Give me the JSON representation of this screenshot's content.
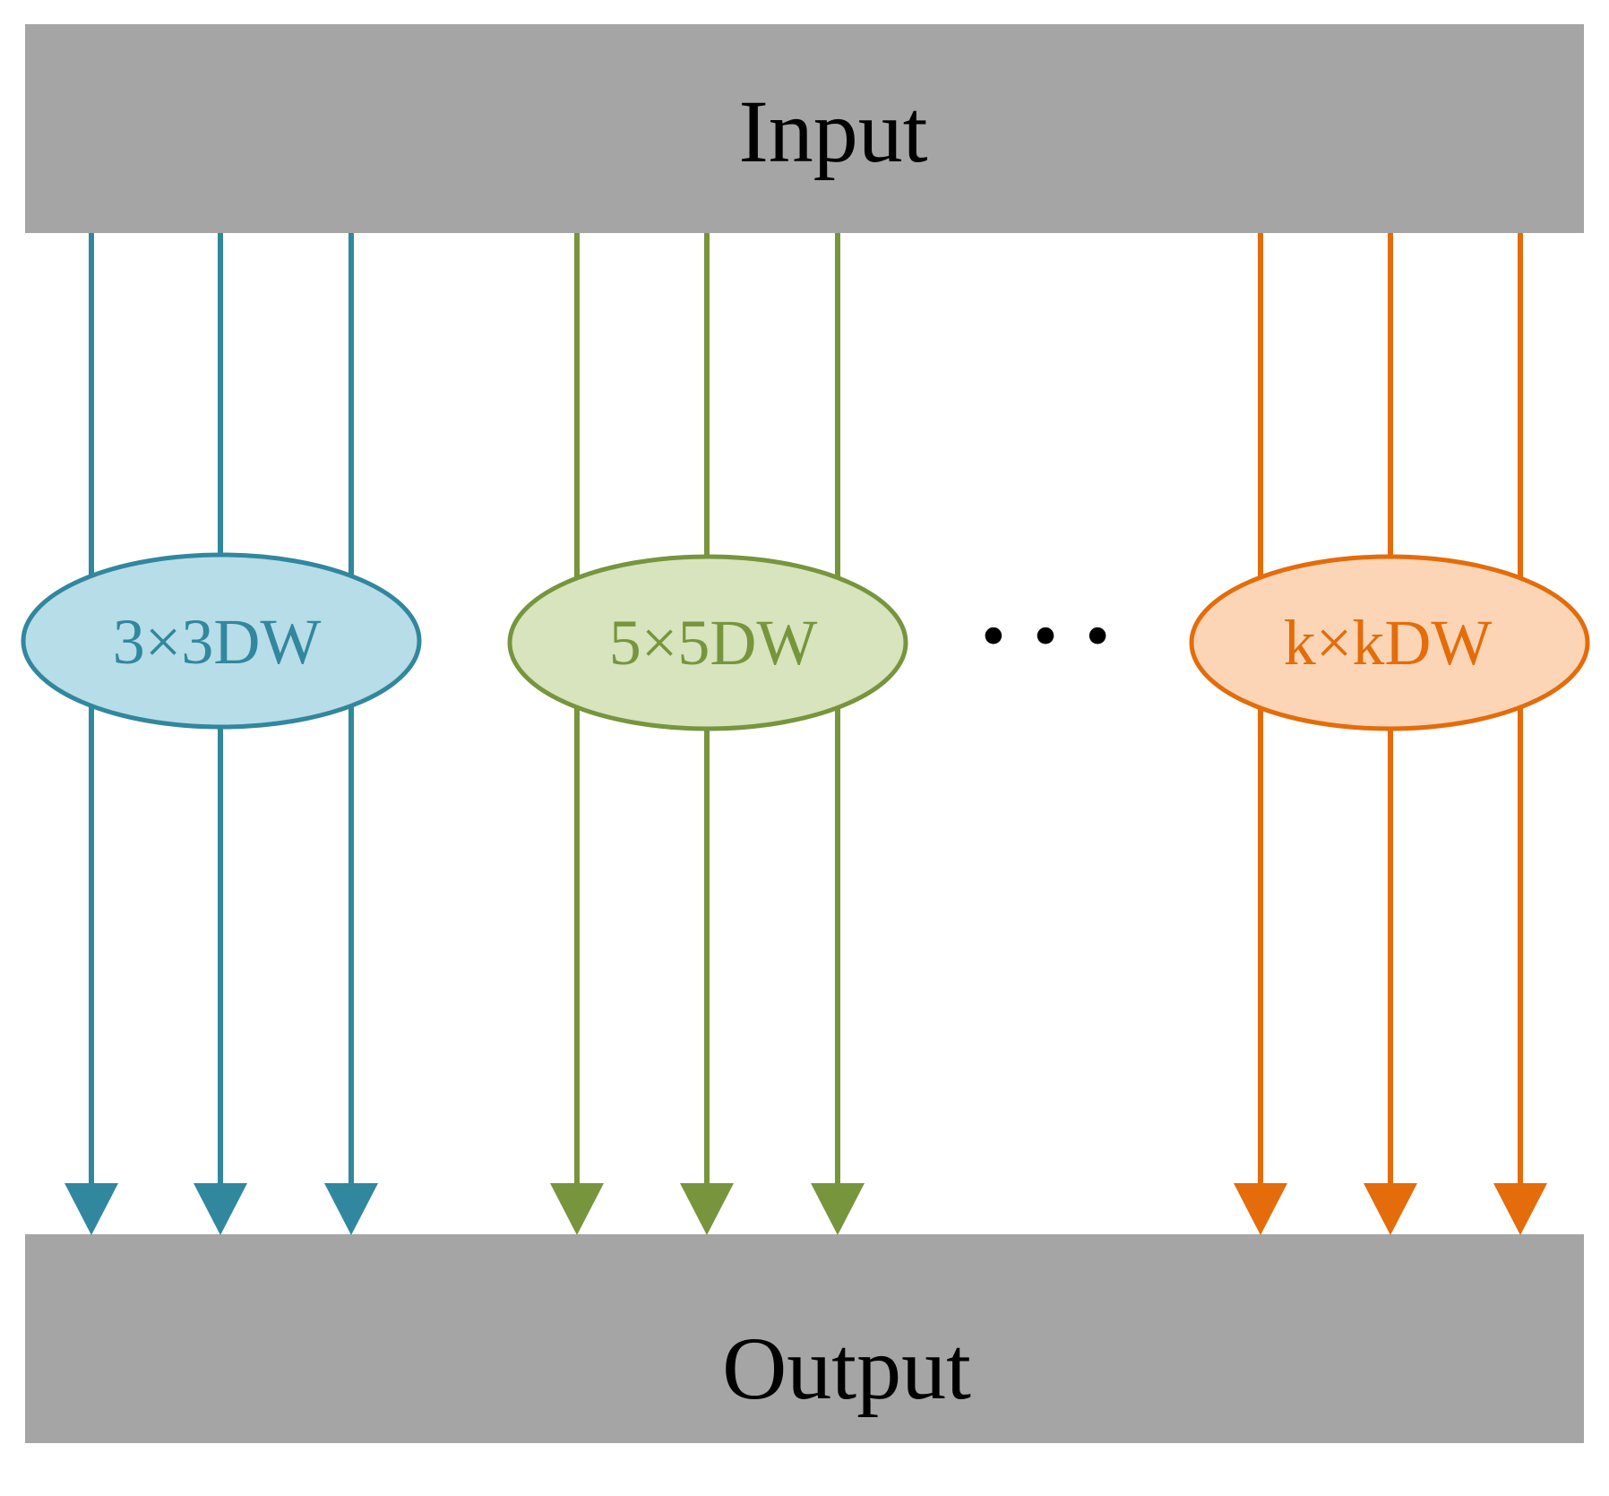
{
  "input_bar": {
    "label": "Input",
    "fill": "#a5a5a5"
  },
  "output_bar": {
    "label": "Output",
    "fill": "#a5a5a5"
  },
  "ellipsis": "• • •",
  "groups": [
    {
      "id": "3x3",
      "label": "3×3DW",
      "stroke": "#31879e",
      "fill": "#b7dde8",
      "text_color": "#31879e"
    },
    {
      "id": "5x5",
      "label": "5×5DW",
      "stroke": "#77953d",
      "fill": "#d7e4bd",
      "text_color": "#77953d"
    },
    {
      "id": "kxk",
      "label": "k×kDW",
      "stroke": "#e46c0a",
      "fill": "#fbd5b5",
      "text_color": "#e46c0a"
    }
  ]
}
